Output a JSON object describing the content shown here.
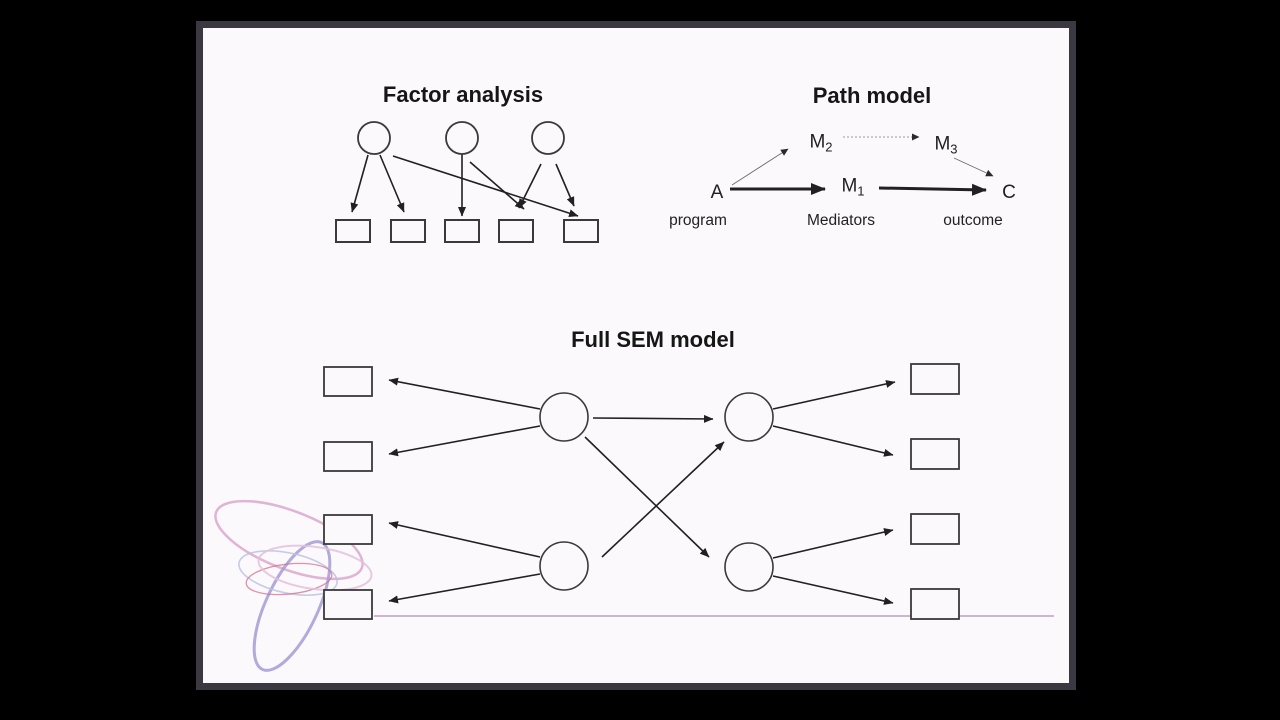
{
  "slide": {
    "factor_analysis": {
      "title": "Factor analysis",
      "structure": "3 latent circles loading on 5 observed rectangles"
    },
    "path_model": {
      "title": "Path model",
      "nodes": {
        "a": {
          "label": "A"
        },
        "m1": {
          "base": "M",
          "sub": "1"
        },
        "m2": {
          "base": "M",
          "sub": "2"
        },
        "m3": {
          "base": "M",
          "sub": "3"
        },
        "c": {
          "label": "C"
        }
      },
      "captions": {
        "program": "program",
        "mediators": "Mediators",
        "outcome": "outcome"
      }
    },
    "full_sem": {
      "title": "Full SEM model",
      "structure": "2 latent circles with 4 left indicators, 2 latent circles with 4 right indicators, crossed structural paths"
    }
  },
  "colors": {
    "background": "#000000",
    "slide_bg": "#fbf9fb",
    "frame": "#3b3842",
    "ink": "#212121",
    "thin_gray": "#6e6e6e",
    "dotted_gray": "#9a9a9a",
    "accent_line": "#cdb5d5",
    "logo": {
      "pink": "#d9a8cc",
      "lavender": "#a8a1d6",
      "blue": "#b9c0e2",
      "red": "#d4708e",
      "light_pink": "#e0c2dc"
    }
  }
}
